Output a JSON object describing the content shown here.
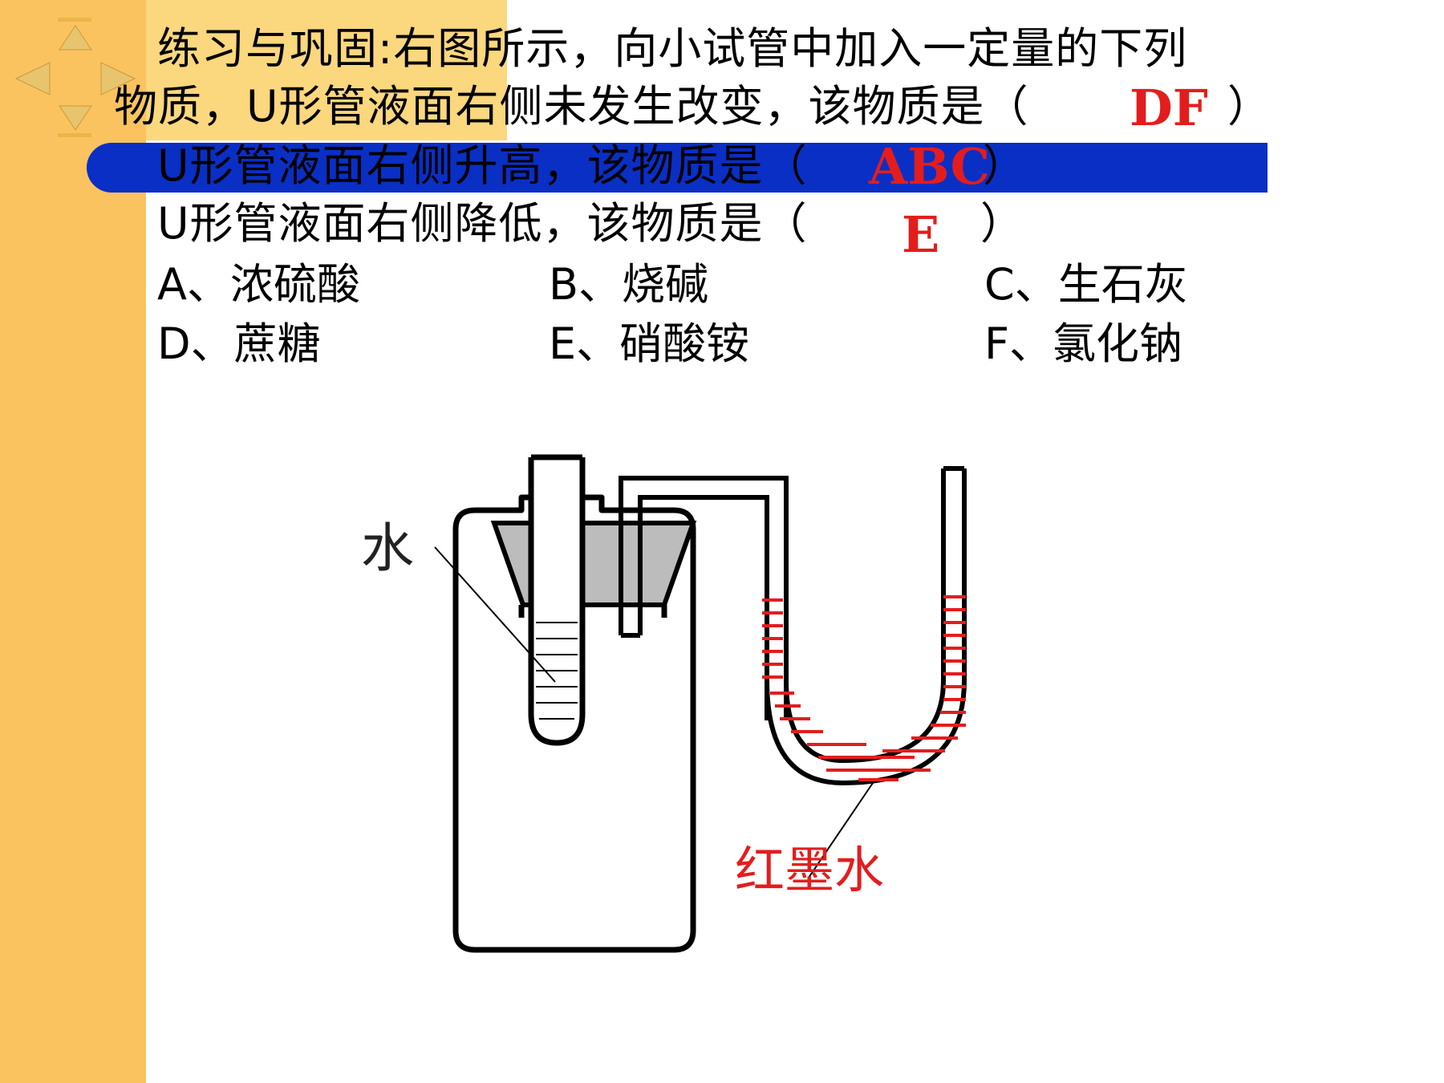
{
  "colors": {
    "sidebar": "#fbc35f",
    "topbar": "#fbd77e",
    "band": "#0a2fc4",
    "answer": "#e31d1d",
    "ink": "#e31d1d"
  },
  "nav": {
    "up_icon": "triangle-up-icon",
    "left_icon": "triangle-left-icon",
    "right_icon": "triangle-right-icon",
    "down_icon": "triangle-down-icon"
  },
  "question": {
    "line1": "练习与巩固:右图所示，向小试管中加入一定量的下列",
    "line2": "物质，U形管液面右侧未发生改变，该物质是（",
    "line2_close": "）",
    "line3": "U形管液面右侧升高，该物质是（",
    "line3_close": "）",
    "line4": "U形管液面右侧降低，该物质是（",
    "line4_close": "）",
    "answer_unchanged": "DF",
    "answer_rise": "ABC",
    "answer_fall": "E"
  },
  "options": [
    {
      "text": "A、浓硫酸"
    },
    {
      "text": "B、烧碱"
    },
    {
      "text": "C、生石灰"
    },
    {
      "text": "D、蔗糖"
    },
    {
      "text": "E、硝酸铵"
    },
    {
      "text": "F、氯化钠"
    }
  ],
  "diagram": {
    "label_water": "水",
    "label_red_ink": "红墨水"
  }
}
